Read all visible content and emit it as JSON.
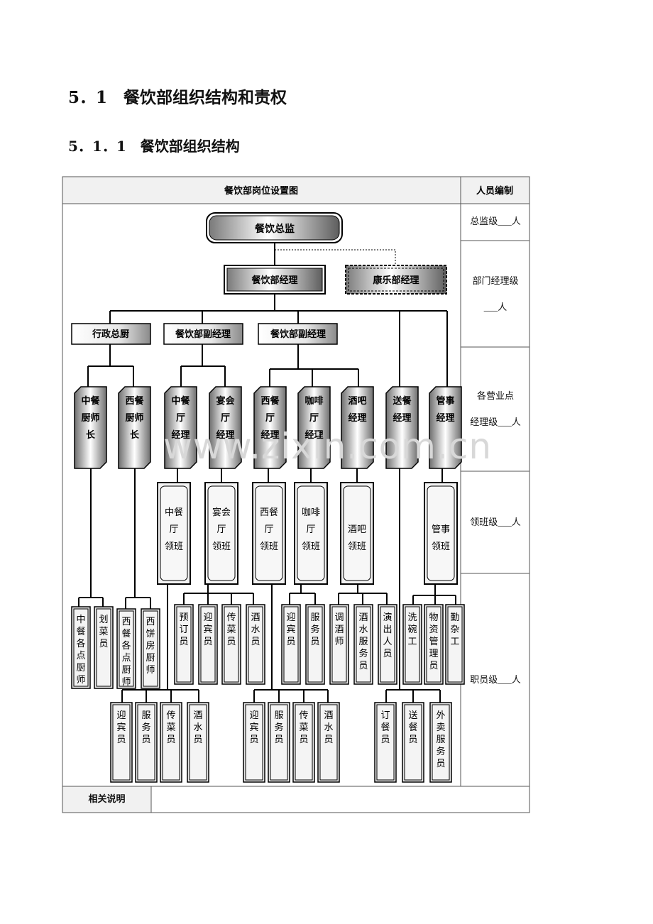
{
  "heading": {
    "section": "5．1　餐饮部组织结构和责权",
    "subsection": "5．1．1　餐饮部组织结构"
  },
  "table": {
    "col1_header": "餐饮部岗位设置图",
    "col2_header": "人员编制",
    "notes_label": "相关说明"
  },
  "levels": [
    "总监级___人",
    "部门经理级",
    "___人",
    "各营业点",
    "经理级___人",
    "领班级___人",
    "职员级___人"
  ],
  "watermark": "www.zixin.com.cn",
  "nodes": {
    "director": "餐饮总监",
    "fb_manager": "餐饮部经理",
    "rec_manager": "康乐部经理",
    "exec_chef": "行政总厨",
    "vice1": "餐饮部副经理",
    "vice2": "餐饮部副经理",
    "mgr": [
      "中餐\n厨师\n长",
      "西餐\n厨师\n长",
      "中餐\n厅\n经理",
      "宴会\n厅\n经理",
      "西餐\n厅\n经理",
      "咖啡\n厅\n经理",
      "酒吧\n经理",
      "送餐\n经理",
      "管事\n经理"
    ],
    "leads": [
      "中餐\n厅\n领班",
      "宴会\n厅\n领班",
      "西餐\n厅\n领班",
      "咖啡\n厅\n领班",
      "酒吧\n领班",
      "管事\n领班"
    ],
    "staff_top": [
      "中餐各点厨师",
      "划菜员",
      "西餐各点厨师",
      "西饼房厨师",
      "预订员",
      "迎宾员",
      "传菜员",
      "酒水员",
      "迎宾员",
      "服务员",
      "调酒师",
      "酒水服务员",
      "演出人员",
      "洗碗工",
      "物资管理员",
      "勤杂工"
    ],
    "staff_bottom": [
      "迎宾员",
      "服务员",
      "传菜员",
      "酒水员",
      "迎宾员",
      "服务员",
      "传菜员",
      "酒水员",
      "订餐员",
      "送餐员",
      "外卖服务员"
    ]
  }
}
